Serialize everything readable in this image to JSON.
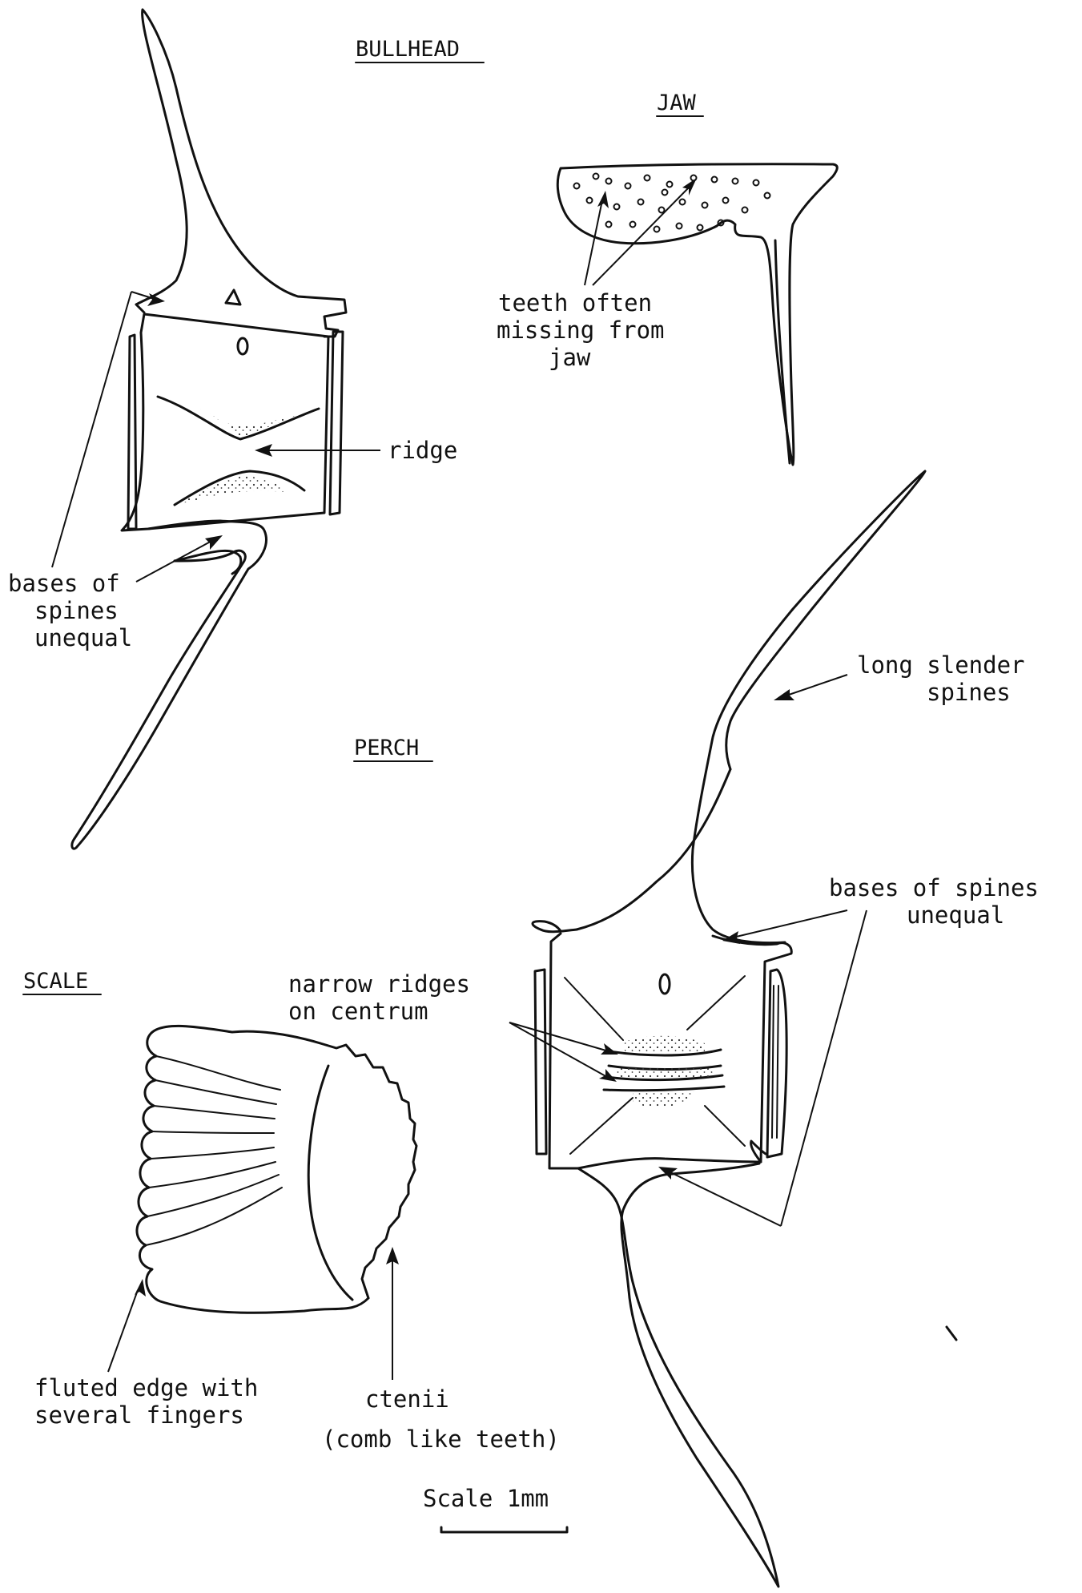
{
  "headings": {
    "bullhead": "BULLHEAD",
    "jaw": "JAW",
    "perch": "PERCH",
    "scale": "SCALE"
  },
  "labels": {
    "jaw_teeth": [
      "teeth often",
      "missing from",
      "jaw"
    ],
    "ridge": "ridge",
    "bullhead_bases": [
      "bases of",
      "spines",
      "unequal"
    ],
    "long_spines": [
      "long slender",
      "spines"
    ],
    "perch_bases": [
      "bases of spines",
      "unequal"
    ],
    "narrow_ridges": [
      "narrow ridges",
      "on centrum"
    ],
    "fluted_edge": [
      "fluted edge with",
      "several fingers"
    ],
    "ctenii": "ctenii",
    "comb_teeth": "(comb like teeth)",
    "scale_bar": "Scale 1mm"
  }
}
